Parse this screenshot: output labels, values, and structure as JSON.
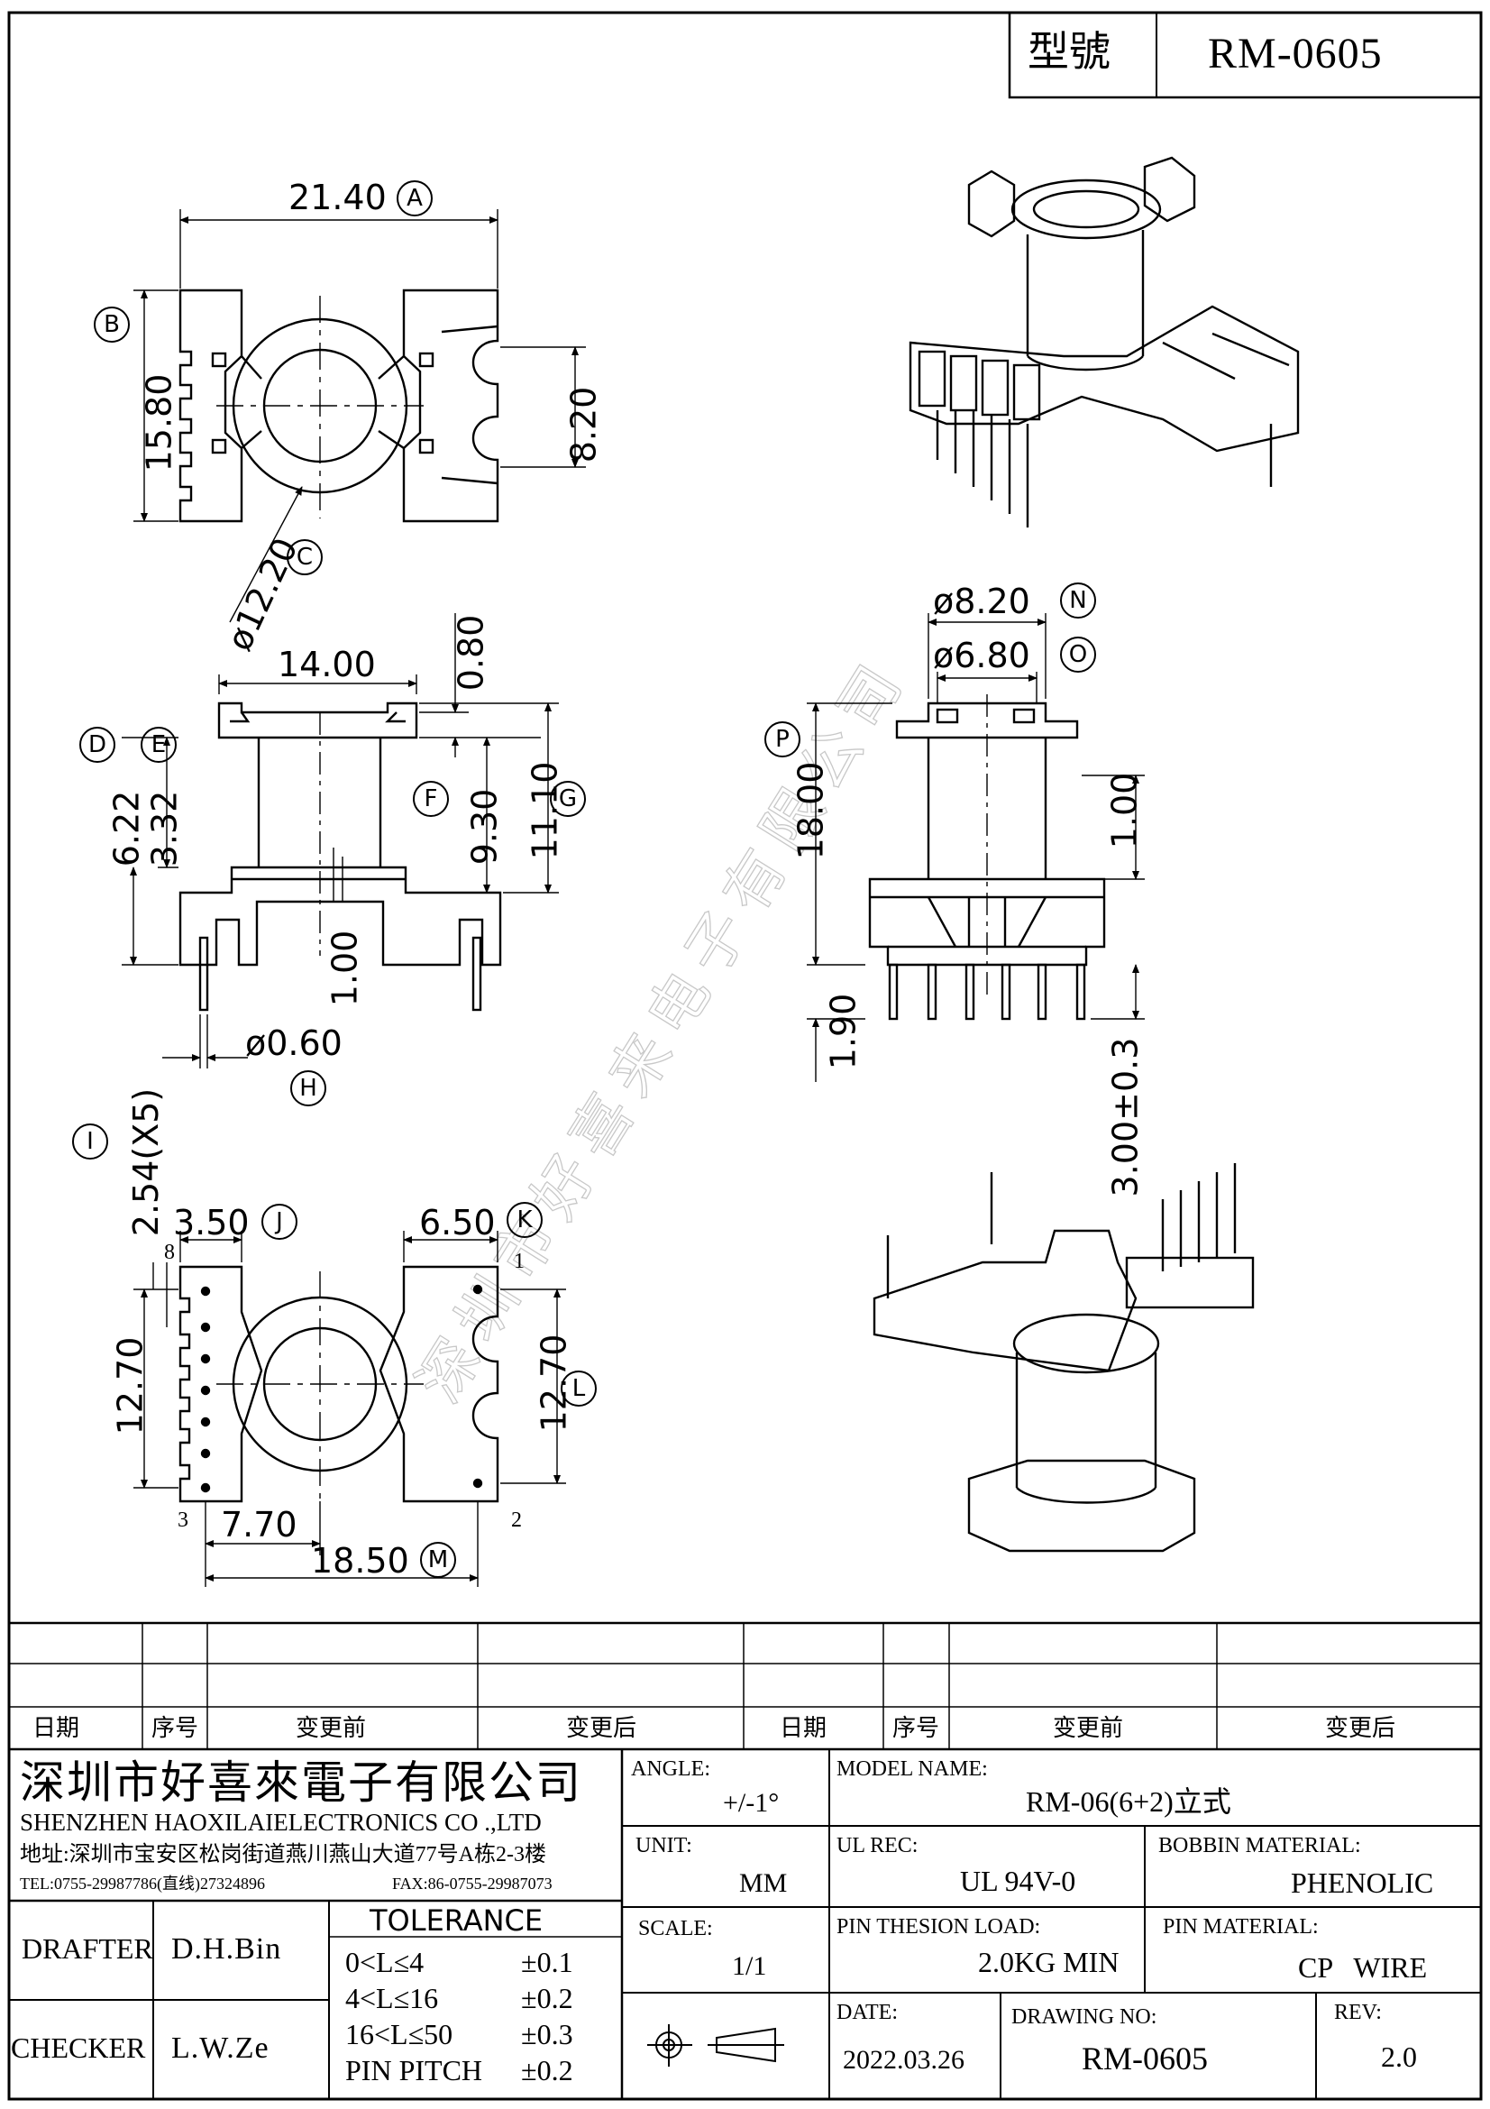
{
  "title_block": {
    "model_label": "型號",
    "model_value": "RM-0605"
  },
  "dimensions": {
    "d_21_40": "21.40",
    "d_15_80": "15.80",
    "d_8_20_top": "8.20",
    "d_12_20": "ø12.20",
    "d_14_00": "14.00",
    "d_0_80": "0.80",
    "d_6_22": "6.22",
    "d_3_32": "3.32",
    "d_9_30": "9.30",
    "d_11_10": "11.10",
    "d_1_00_front": "1.00",
    "d_0_60": "ø0.60",
    "d_8_20_side": "ø8.20",
    "d_6_80": "ø6.80",
    "d_18_00": "18.00",
    "d_1_00_side": "1.00",
    "d_1_90": "1.90",
    "d_3_00": "3.00±0.3",
    "d_2_54": "2.54(X5)",
    "d_3_50": "3.50",
    "d_6_50": "6.50",
    "d_12_70_left": "12.70",
    "d_12_70_right": "12.70",
    "d_7_70": "7.70",
    "d_18_50": "18.50"
  },
  "callouts": {
    "A": "A",
    "B": "B",
    "C": "C",
    "D": "D",
    "E": "E",
    "F": "F",
    "G": "G",
    "H": "H",
    "I": "I",
    "J": "J",
    "K": "K",
    "L": "L",
    "M": "M",
    "N": "N",
    "O": "O",
    "P": "P"
  },
  "pin_numbers": {
    "p8": "8",
    "p1": "1",
    "p3": "3",
    "p2": "2"
  },
  "revision_table": {
    "headers_left": [
      "日期",
      "序号",
      "变更前",
      "变更后"
    ],
    "headers_right": [
      "日期",
      "序号",
      "变更前",
      "变更后"
    ]
  },
  "company": {
    "name_cn": "深圳市好喜來電子有限公司",
    "name_en": "SHENZHEN HAOXILAIELECTRONICS CO .,LTD",
    "address": "地址:深圳市宝安区松岗街道燕川燕山大道77号A栋2-3楼",
    "tel": "TEL:0755-29987786(直线)27324896",
    "fax": "FAX:86-0755-29987073",
    "watermark": "深圳市好喜来电子有限公司"
  },
  "fields": {
    "angle_label": "ANGLE:",
    "angle_value": "+/-1°",
    "model_name_label": "MODEL NAME:",
    "model_name_value": "RM-06(6+2)立式",
    "unit_label": "UNIT:",
    "unit_value": "MM",
    "ul_label": "UL REC:",
    "ul_value": "UL 94V-0",
    "bobbin_label": "BOBBIN MATERIAL:",
    "bobbin_value": "PHENOLIC",
    "scale_label": "SCALE:",
    "scale_value": "1/1",
    "pin_load_label": "PIN THESION LOAD:",
    "pin_load_value": "2.0KG MIN",
    "pin_mat_label": "PIN MATERIAL:",
    "pin_mat_value": "CP   WIRE",
    "date_label": "DATE:",
    "date_value": "2022.03.26",
    "drawing_no_label": "DRAWING NO:",
    "drawing_no_value": "RM-0605",
    "rev_label": "REV:",
    "rev_value": "2.0",
    "drafter_label": "DRAFTER",
    "drafter_value": "D.H.Bin",
    "checker_label": "CHECKER",
    "checker_value": "L.W.Ze"
  },
  "tolerance": {
    "title": "TOLERANCE",
    "rows": [
      {
        "range": "0<L≤4",
        "value": "±0.1"
      },
      {
        "range": "4<L≤16",
        "value": "±0.2"
      },
      {
        "range": "16<L≤50",
        "value": "±0.3"
      },
      {
        "range": "PIN PITCH",
        "value": "±0.2"
      }
    ]
  }
}
